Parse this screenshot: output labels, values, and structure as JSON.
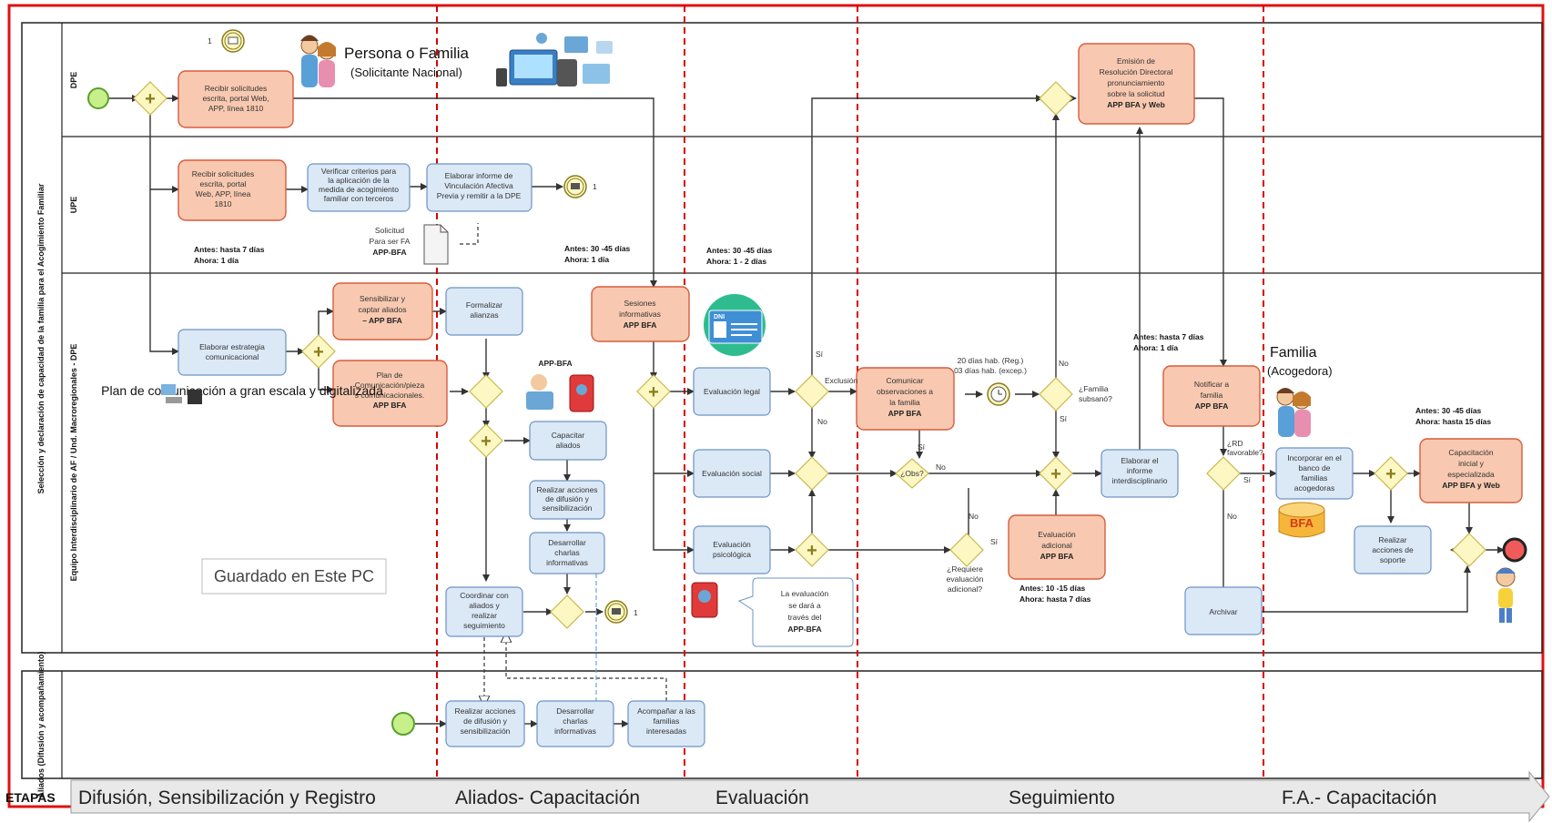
{
  "pool_title": "Selección y declaración de capacidad de la familia para el Acogimiento Familiar",
  "lanes": {
    "dpe": "DPE",
    "upe": "UPE",
    "equipo": "Equipo Interdisciplinario de AF / Und. Macroregionales - DPE",
    "aliados": "Aliados (Difusión y acompañamiento)"
  },
  "labels": {
    "persona_title": "Persona o Familia",
    "persona_sub": "(Solicitante Nacional)",
    "familia_title": "Familia",
    "familia_sub": "(Acogedora)",
    "plan_text": "Plan de comunicación a gran escala y digitalizada",
    "guardado": "Guardado en Este PC",
    "app_bfa_icon": "APP-BFA",
    "bfa_db": "BFA",
    "dni": "DNI",
    "doc_solicitud_l1": "Solicitud",
    "doc_solicitud_l2": "Para ser FA",
    "doc_solicitud_l3": "APP-BFA",
    "eval_note_l1": "La evaluación",
    "eval_note_l2": "se dará a",
    "eval_note_l3": "través del",
    "eval_note_l4": "APP-BFA",
    "one_a": "1",
    "one_b": "1",
    "one_c": "1"
  },
  "tasks": {
    "recibir_dpe": [
      "Recibir solicitudes",
      "escrita, portal Web,",
      "APP, línea 1810"
    ],
    "recibir_upe": [
      "Recibir solicitudes",
      "escrita, portal",
      "Web, APP, línea",
      "1810"
    ],
    "verificar": [
      "Verificar criterios para",
      "la aplicación de la",
      "medida de acogimiento",
      "familiar con terceros"
    ],
    "elaborar_informe": [
      "Elaborar informe de",
      "Vinculación Afectiva",
      "Previa y remitir a la DPE"
    ],
    "estrategia": [
      "Elaborar estrategia",
      "comunicacional"
    ],
    "sensibilizar": [
      "Sensibilizar y",
      "captar aliados",
      "– APP BFA"
    ],
    "plan_com": [
      "Plan de",
      "Comunicación/pieza",
      "s comunicacionales.",
      "APP BFA"
    ],
    "formalizar": [
      "Formalizar",
      "alianzas"
    ],
    "capacitar": [
      "Capacitar",
      "aliados"
    ],
    "realizar_dif": [
      "Realizar acciones",
      "de difusión y",
      "sensibilización"
    ],
    "desarrollar_ch": [
      "Desarrollar",
      "charlas",
      "informativas"
    ],
    "coordinar": [
      "Coordinar con",
      "aliados y",
      "realizar",
      "seguimiento"
    ],
    "sesiones": [
      "Sesiones",
      "informativas",
      "APP BFA"
    ],
    "ev_legal": [
      "Evaluación legal"
    ],
    "ev_social": [
      "Evaluación social"
    ],
    "ev_psico": [
      "Evaluación",
      "psicológica"
    ],
    "comunicar": [
      "Comunicar",
      "observaciones a",
      "la familia",
      "APP BFA"
    ],
    "ev_adicional": [
      "Evaluación",
      "adicional",
      "APP BFA"
    ],
    "elaborar_inter": [
      "Elaborar el",
      "informe",
      "interdisciplinario"
    ],
    "emision": [
      "Emisión de",
      "Resolución Directoral",
      "pronunciamiento",
      "sobre la solicitud",
      "APP BFA y Web"
    ],
    "notificar": [
      "Notificar a",
      "familia",
      "APP BFA"
    ],
    "archivar": [
      "Archivar"
    ],
    "incorporar": [
      "Incorporar en el",
      "banco de",
      "familias",
      "acogedoras"
    ],
    "capacitacion": [
      "Capacitación",
      "inicial y",
      "especializada",
      "APP BFA y Web"
    ],
    "realizar_soporte": [
      "Realizar",
      "acciones de",
      "soporte"
    ],
    "al_realizar": [
      "Realizar acciones",
      "de difusión y",
      "sensibilización"
    ],
    "al_desarrollar": [
      "Desarrollar",
      "charlas",
      "informativas"
    ],
    "al_acompanar": [
      "Acompañar a las",
      "familias",
      "interesadas"
    ]
  },
  "notes": {
    "n1": [
      "Antes: hasta 7 días",
      "Ahora: 1 día"
    ],
    "n2": [
      "Antes: 30 -45 días",
      "Ahora: 1 día"
    ],
    "n3": [
      "Antes: 30 -45 días",
      "Ahora: 1 - 2 días"
    ],
    "n4": [
      "Antes: hasta 7 días",
      "Ahora: 1 día"
    ],
    "n5": [
      "Antes: 10 -15 días",
      "Ahora: hasta 7 días"
    ],
    "n6": [
      "Antes: 30 -45 días",
      "Ahora: hasta 15 días"
    ]
  },
  "gateway_labels": {
    "si1": "Sí",
    "exclusion": "Exclusión",
    "no1": "No",
    "obs": "¿Obs?",
    "si_obs": "Sí",
    "no_obs": "No",
    "timer": [
      "20 días hab. (Reg.)",
      "03 días hab. (excep.)"
    ],
    "subsano": [
      "¿Familia",
      "subsanó?"
    ],
    "no_sub": "No",
    "si_sub": "Sí",
    "requiere": [
      "¿Requiere",
      "evaluación",
      "adicional?"
    ],
    "no_req": "No",
    "si_req": "Sí",
    "rd_fav": [
      "¿RD",
      "favorable?"
    ],
    "si_rd": "Sí",
    "no_rd": "No"
  },
  "stages": {
    "label": "ETAPAS",
    "s1": "Difusión, Sensibilización y Registro",
    "s2": "Aliados- Capacitación",
    "s3": "Evaluación",
    "s4": "Seguimiento",
    "s5": "F.A.- Capacitación"
  }
}
